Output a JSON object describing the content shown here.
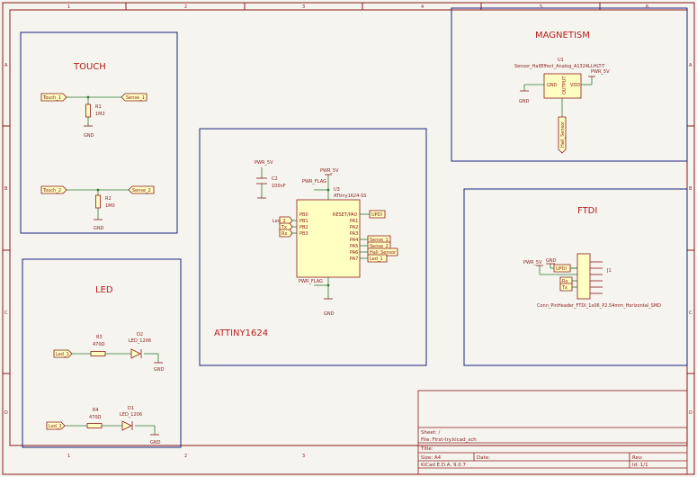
{
  "frame": {
    "col_marks": [
      "1",
      "2",
      "3",
      "4",
      "5",
      "6"
    ],
    "row_marks": [
      "A",
      "B",
      "C",
      "D"
    ]
  },
  "blocks": {
    "touch": "TOUCH",
    "magnetism": "MAGNETISM",
    "led": "LED",
    "ftdi": "FTDI",
    "attiny": "ATTINY1624"
  },
  "touch": {
    "label1": "Touch_1",
    "sense1": "Sense_1",
    "r1_ref": "R1",
    "r1_val": "1M2",
    "gnd1": "GND",
    "label2": "Touch_2",
    "sense2": "Sense_2",
    "r2_ref": "R2",
    "r2_val": "1M0",
    "gnd2": "GND"
  },
  "magnetism": {
    "ref": "U1",
    "value": "Sensor_HallEffect_Analog_A1324LLHLT-T",
    "pwr": "PWR_5V",
    "gnd_pin": "GND",
    "vdd_pin": "VDD",
    "out_pin": "OUTPUT",
    "gnd": "GND",
    "label": "Hall_Sensor"
  },
  "mcu": {
    "pwr_cap": "PWR_5V",
    "c_ref": "C2",
    "c_val": "100nF",
    "pwr_mcu": "PWR_5V",
    "pwr_flag_top": "PWR_FLAG",
    "ref": "U3",
    "value": "ATtiny1624-SS",
    "pins_left": [
      "PB0",
      "PB1",
      "PB2",
      "PB3"
    ],
    "left_labels": [
      "Led_2",
      "Tx",
      "Rx"
    ],
    "pins_right": [
      "RESET/PA0",
      "PA1",
      "PA2",
      "PA3",
      "PA4",
      "PA5",
      "PA6",
      "PA7"
    ],
    "updi": "UPDI",
    "right_labels": [
      "Sense_1",
      "Sense_2",
      "Hall_Sensor",
      "Led_1"
    ],
    "pwr_flag_bottom": "PWR_FLAG",
    "gnd": "GND"
  },
  "ftdi": {
    "pwr": "PWR_5V",
    "gnd": "GND",
    "updi": "UPDI",
    "rx": "Rx",
    "tx": "Tx",
    "ref": "J1",
    "value": "Conn_PinHeader_FTDI_1x06_P2.54mm_Horizontal_SMD"
  },
  "led": {
    "label1": "Led_1",
    "r3_ref": "R3",
    "r3_val": "470Ω",
    "d2_ref": "D2",
    "d2_val": "LED_1206",
    "gnd1": "GND",
    "label2": "Led_2",
    "r4_ref": "R4",
    "r4_val": "470Ω",
    "d1_ref": "D1",
    "d1_val": "LED_1206",
    "gnd2": "GND"
  },
  "title_block": {
    "sheet": "Sheet: /",
    "file": "File: First-try.kicad_sch",
    "title": "Title:",
    "size": "Size: A4",
    "date": "Date:",
    "rev": "Rev:",
    "tool": "KiCad E.D.A.  9.0.7",
    "id": "Id: 1/1"
  },
  "colors": {
    "frame": "#8b1a1a",
    "block": "#1a237e",
    "wire": "#2e7d32",
    "label": "#b71c1c",
    "part_fill": "#ffffc2",
    "part_text": "#8b1a1a"
  }
}
